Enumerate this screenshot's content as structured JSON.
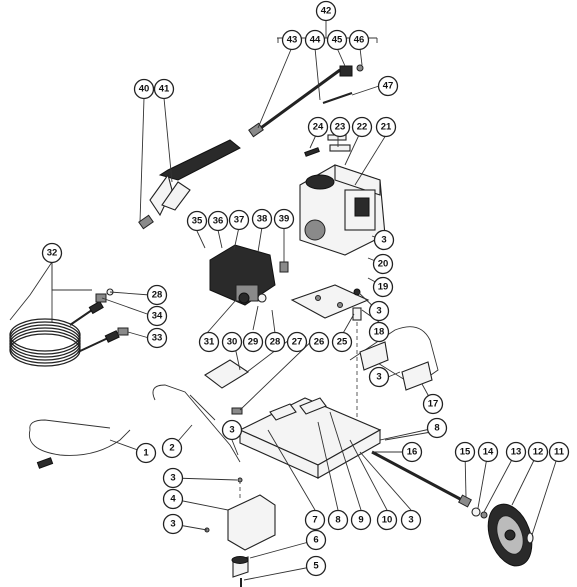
{
  "callouts": [
    {
      "id": "c1",
      "label": "1"
    },
    {
      "id": "c2",
      "label": "2"
    },
    {
      "id": "c3a",
      "label": "3"
    },
    {
      "id": "c3b",
      "label": "3"
    },
    {
      "id": "c3c",
      "label": "3"
    },
    {
      "id": "c3d",
      "label": "3"
    },
    {
      "id": "c3e",
      "label": "3"
    },
    {
      "id": "c3f",
      "label": "3"
    },
    {
      "id": "c3g",
      "label": "3"
    },
    {
      "id": "c4",
      "label": "4"
    },
    {
      "id": "c5",
      "label": "5"
    },
    {
      "id": "c6",
      "label": "6"
    },
    {
      "id": "c7",
      "label": "7"
    },
    {
      "id": "c8a",
      "label": "8"
    },
    {
      "id": "c8b",
      "label": "8"
    },
    {
      "id": "c9",
      "label": "9"
    },
    {
      "id": "c10",
      "label": "10"
    },
    {
      "id": "c11",
      "label": "11"
    },
    {
      "id": "c12",
      "label": "12"
    },
    {
      "id": "c13",
      "label": "13"
    },
    {
      "id": "c14",
      "label": "14"
    },
    {
      "id": "c15",
      "label": "15"
    },
    {
      "id": "c16",
      "label": "16"
    },
    {
      "id": "c17",
      "label": "17"
    },
    {
      "id": "c18",
      "label": "18"
    },
    {
      "id": "c19",
      "label": "19"
    },
    {
      "id": "c20",
      "label": "20"
    },
    {
      "id": "c21",
      "label": "21"
    },
    {
      "id": "c22",
      "label": "22"
    },
    {
      "id": "c23",
      "label": "23"
    },
    {
      "id": "c24",
      "label": "24"
    },
    {
      "id": "c25",
      "label": "25"
    },
    {
      "id": "c26",
      "label": "26"
    },
    {
      "id": "c27",
      "label": "27"
    },
    {
      "id": "c28a",
      "label": "28"
    },
    {
      "id": "c28b",
      "label": "28"
    },
    {
      "id": "c29",
      "label": "29"
    },
    {
      "id": "c30",
      "label": "30"
    },
    {
      "id": "c31",
      "label": "31"
    },
    {
      "id": "c32",
      "label": "32"
    },
    {
      "id": "c33",
      "label": "33"
    },
    {
      "id": "c34",
      "label": "34"
    },
    {
      "id": "c35",
      "label": "35"
    },
    {
      "id": "c36",
      "label": "36"
    },
    {
      "id": "c37",
      "label": "37"
    },
    {
      "id": "c38",
      "label": "38"
    },
    {
      "id": "c39",
      "label": "39"
    },
    {
      "id": "c40",
      "label": "40"
    },
    {
      "id": "c41",
      "label": "41"
    },
    {
      "id": "c42",
      "label": "42"
    },
    {
      "id": "c43",
      "label": "43"
    },
    {
      "id": "c44",
      "label": "44"
    },
    {
      "id": "c45",
      "label": "45"
    },
    {
      "id": "c46",
      "label": "46"
    },
    {
      "id": "c47",
      "label": "47"
    }
  ]
}
